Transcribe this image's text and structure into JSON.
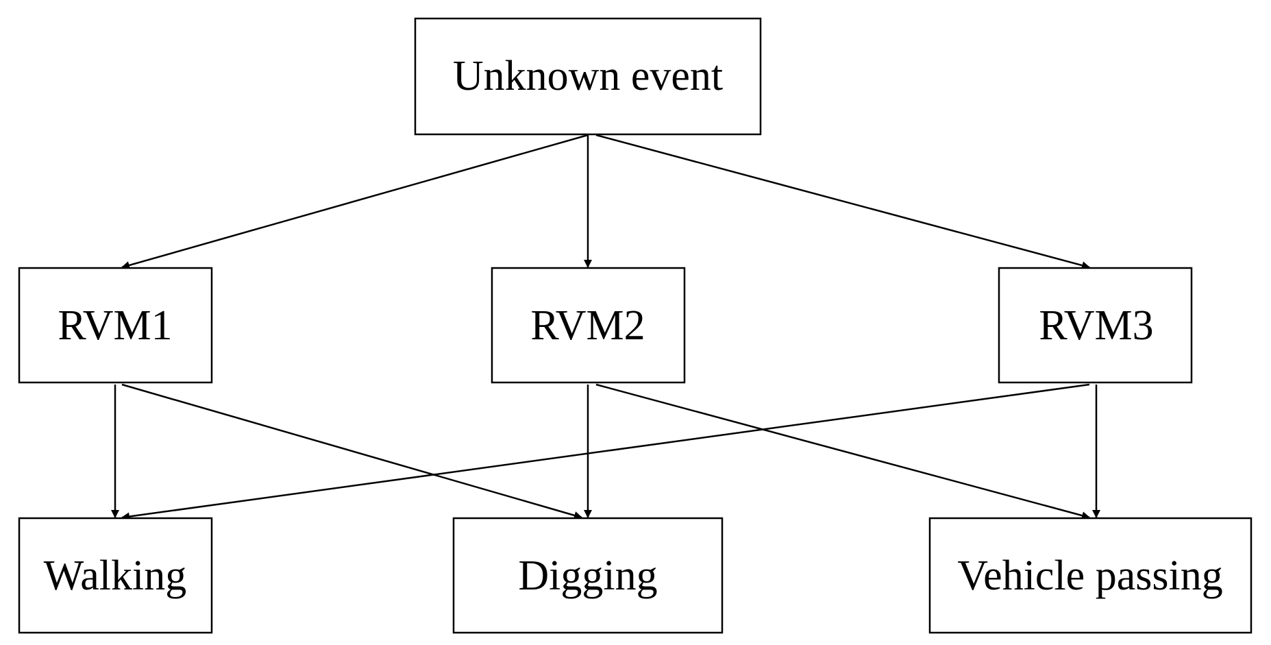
{
  "diagram": {
    "nodes": {
      "root": {
        "label": "Unknown event"
      },
      "rvm1": {
        "label": "RVM1"
      },
      "rvm2": {
        "label": "RVM2"
      },
      "rvm3": {
        "label": "RVM3"
      },
      "walking": {
        "label": "Walking"
      },
      "digging": {
        "label": "Digging"
      },
      "vehicle": {
        "label": "Vehicle passing"
      }
    },
    "edges": [
      {
        "from": "root",
        "to": "rvm1"
      },
      {
        "from": "root",
        "to": "rvm2"
      },
      {
        "from": "root",
        "to": "rvm3"
      },
      {
        "from": "rvm1",
        "to": "walking"
      },
      {
        "from": "rvm1",
        "to": "digging"
      },
      {
        "from": "rvm2",
        "to": "digging"
      },
      {
        "from": "rvm2",
        "to": "vehicle"
      },
      {
        "from": "rvm3",
        "to": "walking"
      },
      {
        "from": "rvm3",
        "to": "vehicle"
      }
    ]
  }
}
